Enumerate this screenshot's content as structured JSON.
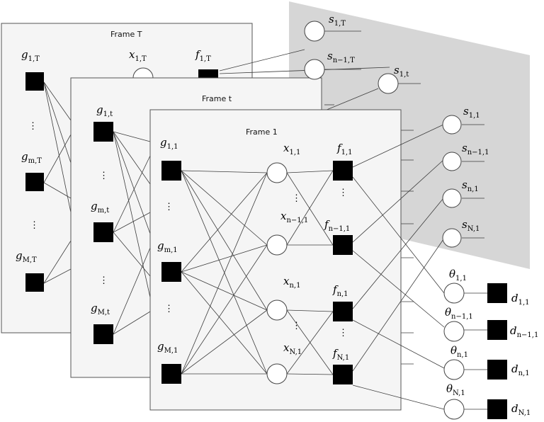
{
  "frames": {
    "T": {
      "title": "Frame T"
    },
    "t": {
      "title": "Frame t"
    },
    "one": {
      "title": "Frame 1"
    }
  },
  "labels": {
    "g1T": {
      "base": "g",
      "sub": "1,T"
    },
    "gmT": {
      "base": "g",
      "sub": "m,T"
    },
    "gMT": {
      "base": "g",
      "sub": "M,T"
    },
    "x1T": {
      "base": "x",
      "sub": "1,T"
    },
    "f1T": {
      "base": "f",
      "sub": "1,T"
    },
    "g1t": {
      "base": "g",
      "sub": "1,t"
    },
    "gmt": {
      "base": "g",
      "sub": "m,t"
    },
    "gMt": {
      "base": "g",
      "sub": "M,t"
    },
    "g11": {
      "base": "g",
      "sub": "1,1"
    },
    "gm1": {
      "base": "g",
      "sub": "m,1"
    },
    "gM1": {
      "base": "g",
      "sub": "M,1"
    },
    "x11": {
      "base": "x",
      "sub": "1,1"
    },
    "xn11": {
      "base": "x",
      "sub": "n−1,1"
    },
    "xn1": {
      "base": "x",
      "sub": "n,1"
    },
    "xN1": {
      "base": "x",
      "sub": "N,1"
    },
    "f11": {
      "base": "f",
      "sub": "1,1"
    },
    "fn11": {
      "base": "f",
      "sub": "n−1,1"
    },
    "fn1": {
      "base": "f",
      "sub": "n,1"
    },
    "fN1": {
      "base": "f",
      "sub": "N,1"
    },
    "s1T": {
      "base": "s",
      "sub": "1,T"
    },
    "sn1T": {
      "base": "s",
      "sub": "n−1,T"
    },
    "s1t": {
      "base": "s",
      "sub": "1,t"
    },
    "s11": {
      "base": "s",
      "sub": "1,1"
    },
    "sn11": {
      "base": "s",
      "sub": "n−1,1"
    },
    "sn1": {
      "base": "s",
      "sub": "n,1"
    },
    "sN1": {
      "base": "s",
      "sub": "N,1"
    },
    "th11": {
      "base": "θ",
      "sub": "1,1"
    },
    "thn11": {
      "base": "θ",
      "sub": "n−1,1"
    },
    "thn1": {
      "base": "θ",
      "sub": "n,1"
    },
    "thN1": {
      "base": "θ",
      "sub": "N,1"
    },
    "d11": {
      "base": "d",
      "sub": "1,1"
    },
    "dn11": {
      "base": "d",
      "sub": "n−1,1"
    },
    "dn1": {
      "base": "d",
      "sub": "n,1"
    },
    "dN1": {
      "base": "d",
      "sub": "N,1"
    }
  },
  "ellipsis": "⋮"
}
